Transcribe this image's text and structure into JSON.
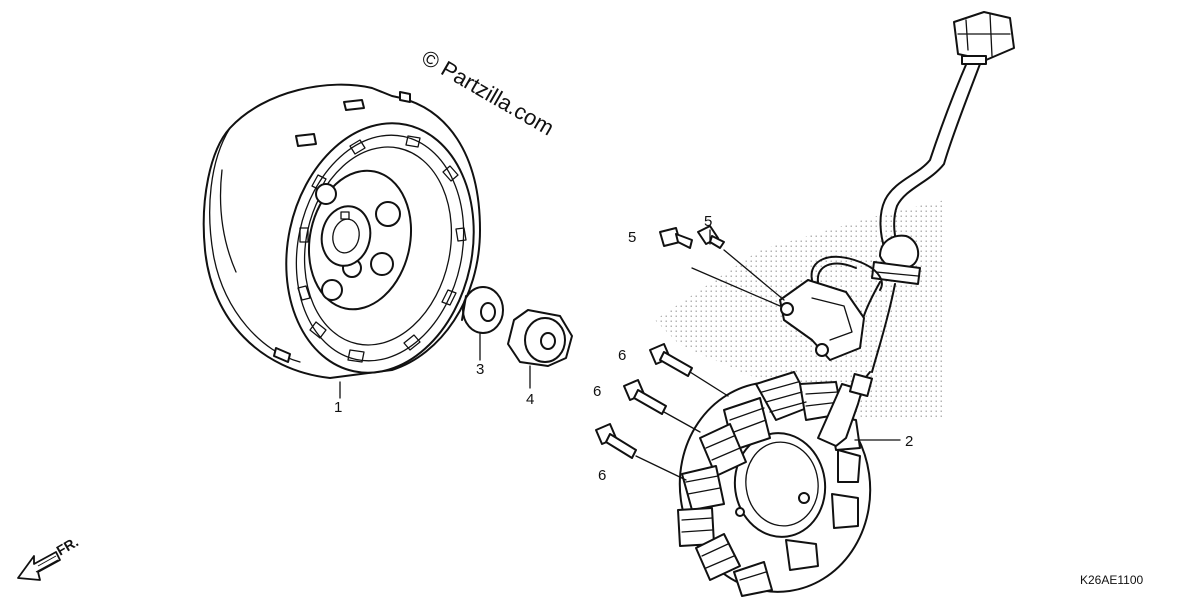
{
  "watermark": "© Partzilla.com",
  "diagram_code": "K26AE1100",
  "direction_label": "FR.",
  "callouts": {
    "flywheel": "1",
    "stator": "2",
    "washer": "3",
    "nut": "4",
    "pickup_bolt_a": "5",
    "pickup_bolt_b": "5",
    "stator_bolt_a": "6",
    "stator_bolt_b": "6",
    "stator_bolt_c": "6"
  }
}
